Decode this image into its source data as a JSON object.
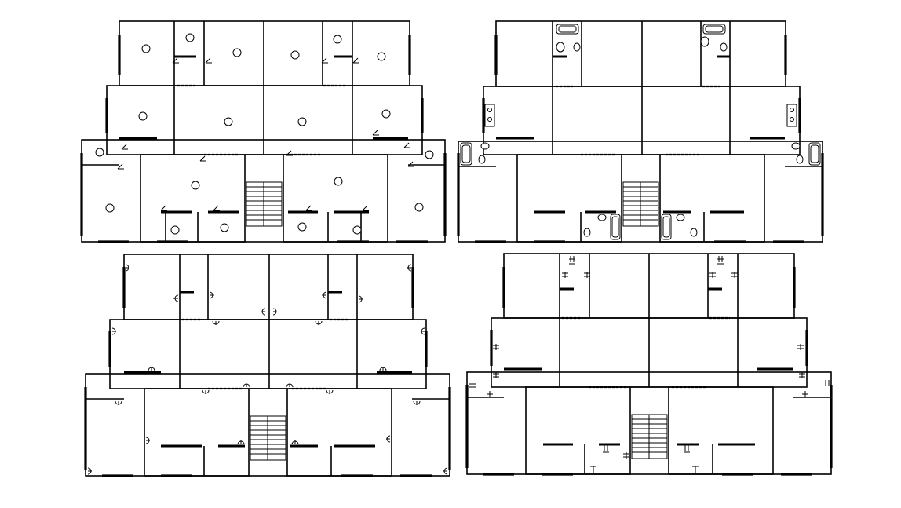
{
  "drawing": {
    "background": "#ffffff",
    "line_color": "#000000",
    "plans": [
      {
        "id": "ceiling-lighting-plan",
        "symbols": "ceiling-light-circle-icon"
      },
      {
        "id": "plumbing-fixture-plan",
        "symbols": "sanitary-fixture-icon"
      },
      {
        "id": "electrical-outlet-plan",
        "symbols": "wall-outlet-icon"
      },
      {
        "id": "switch-layout-plan",
        "symbols": "switch-icon"
      }
    ]
  }
}
